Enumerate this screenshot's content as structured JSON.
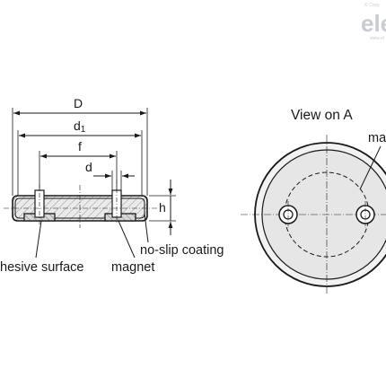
{
  "watermark": {
    "copyright_fragment": "© Copy",
    "logo_fragment": "ele",
    "bottom_fragment": "www.el"
  },
  "dimensions": {
    "D": "D",
    "d1_main": "d",
    "d1_sub": "1",
    "f": "f",
    "d": "d",
    "h": "h"
  },
  "annotations": {
    "adhesive_surface": "hesive surface",
    "magnet_left": "magnet",
    "no_slip_coating": "no-slip coating",
    "magnet_right": "ma"
  },
  "view_title": "View on A",
  "colors": {
    "line": "#1a1a1a",
    "body_fill": "#e6e6e6",
    "coating_fill": "#bdbdbd",
    "watermark": "#c9ccd0"
  }
}
